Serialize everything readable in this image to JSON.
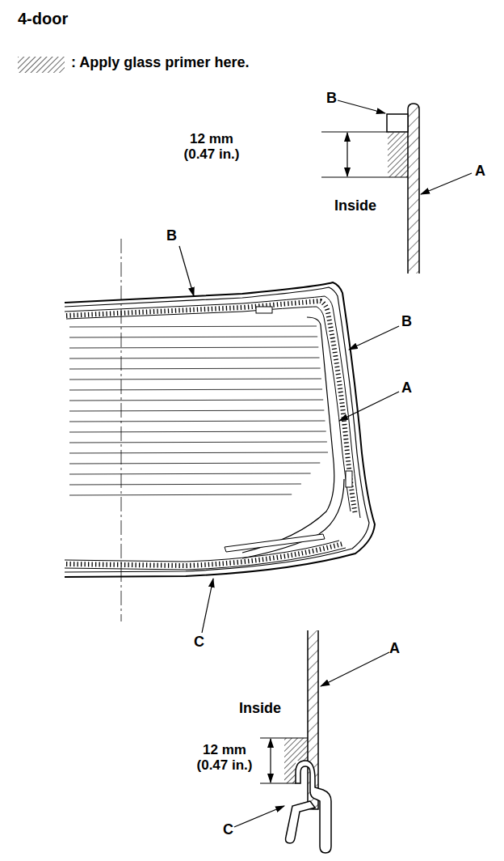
{
  "diagram": {
    "title": "4-door",
    "labels": [
      "B",
      "12 mm (0.47 in.)",
      "A",
      "Inside",
      "B",
      "B",
      "A",
      "C",
      "A",
      "Inside",
      "12 mm (0.47 in.)",
      "C"
    ],
    "legend": [
      {
        "text": ": Apply glass primer here."
      }
    ]
  }
}
